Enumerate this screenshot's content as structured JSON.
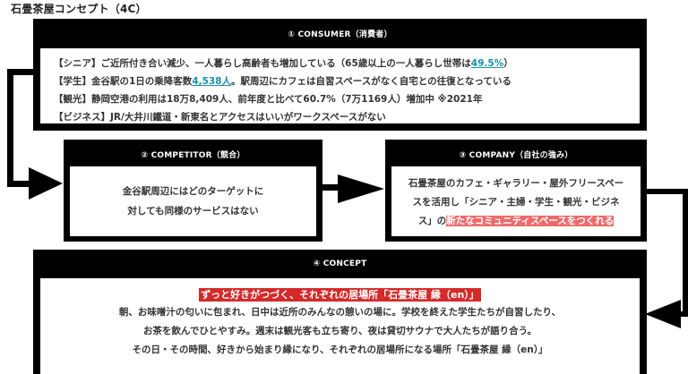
{
  "page_title": "石畳茶屋コンセプト（4C）",
  "consumer": {
    "header": "① CONSUMER（消費者）",
    "lines": [
      {
        "pre": "【シニア】ご近所付き合い減少、一人暮らし高齢者も増加している（65歳以上の一人暮らし世帯は",
        "link": "49.5%",
        "post": "）"
      },
      {
        "pre": "【学生】金谷駅の1日の乗降客数",
        "link": "4,538人",
        "post": "。駅周辺にカフェは自習スペースがなく自宅との往復となっている"
      },
      {
        "pre": "【観光】静岡空港の利用は18万8,409人、前年度と比べて60.7%（7万1169人）増加中 ※2021年"
      },
      {
        "pre": "【ビジネス】JR/大井川鐵道・新東名とアクセスはいいがワークスペースがない"
      }
    ]
  },
  "competitor": {
    "header": "② COMPETITOR（競合）",
    "lines": [
      "金谷駅周辺にはどのターゲットに",
      "対しても同様のサービスはない"
    ]
  },
  "company": {
    "header": "③ COMPANY（自社の強み）",
    "lines": [
      "石畳茶屋のカフェ・ギャラリー・屋外フリースペー",
      "スを活用し「シニア・主婦・学生・観光・ビジネ"
    ],
    "last_pre": "ス」の",
    "last_highlight": "新たなコミュニティスペースをつくれる"
  },
  "concept": {
    "header": "④ CONCEPT",
    "tagline": "ずっと好きがつづく、それぞれの居場所「石畳茶屋 縁（en）」",
    "lines": [
      "朝、お味噌汁の匂いに包まれ、日中は近所のみんなの憩いの場に。学校を終えた学生たちが自習したり、",
      "お茶を飲んでひとやすみ。週末は観光客も立ち寄り、夜は貸切サウナで大人たちが語り合う。",
      "その日・その時間、好きから始まり縁になり、それぞれの居場所になる場所「石畳茶屋 縁（en）」"
    ]
  },
  "colors": {
    "frame": "#000000",
    "link": "#1a8fa6",
    "highlight_pink": "#ee6b6b",
    "highlight_red": "#d42a2a"
  }
}
